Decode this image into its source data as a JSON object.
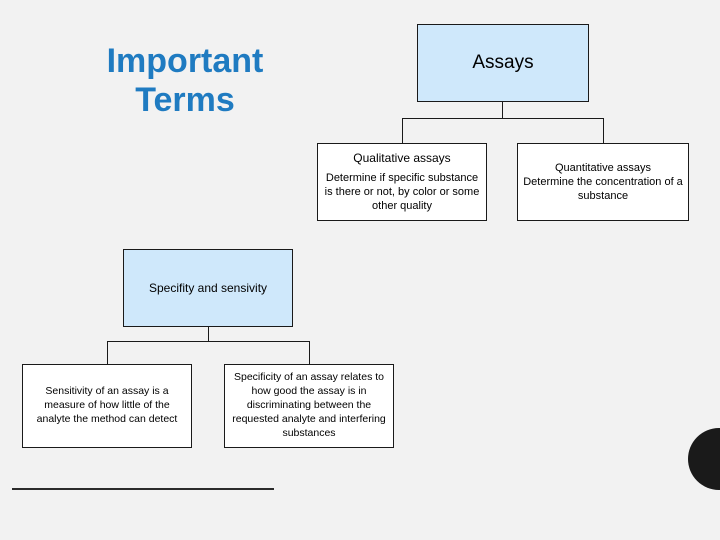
{
  "page": {
    "title_lines": [
      "Important",
      "Terms"
    ],
    "title_color": "#1f7bc1",
    "background_color": "#f2f2f2",
    "box_fill_color": "#cfe8fb",
    "box_border_color": "#1a1a1a"
  },
  "nodes": {
    "assays": {
      "label": "Assays"
    },
    "qualitative": {
      "heading": "Qualitative assays",
      "body": "Determine if specific substance is there or not, by color or some other quality"
    },
    "quantitative": {
      "heading": "Quantitative assays",
      "body": "Determine the concentration of a substance"
    },
    "specificity_sensitivity": {
      "label": "Specifity and sensivity"
    },
    "sensitivity": {
      "body": "Sensitivity of an assay is a measure of how little of the analyte the method can detect"
    },
    "specificity": {
      "body": "Specificity of an assay relates to how good the assay is in discriminating between the requested analyte and interfering substances"
    }
  }
}
